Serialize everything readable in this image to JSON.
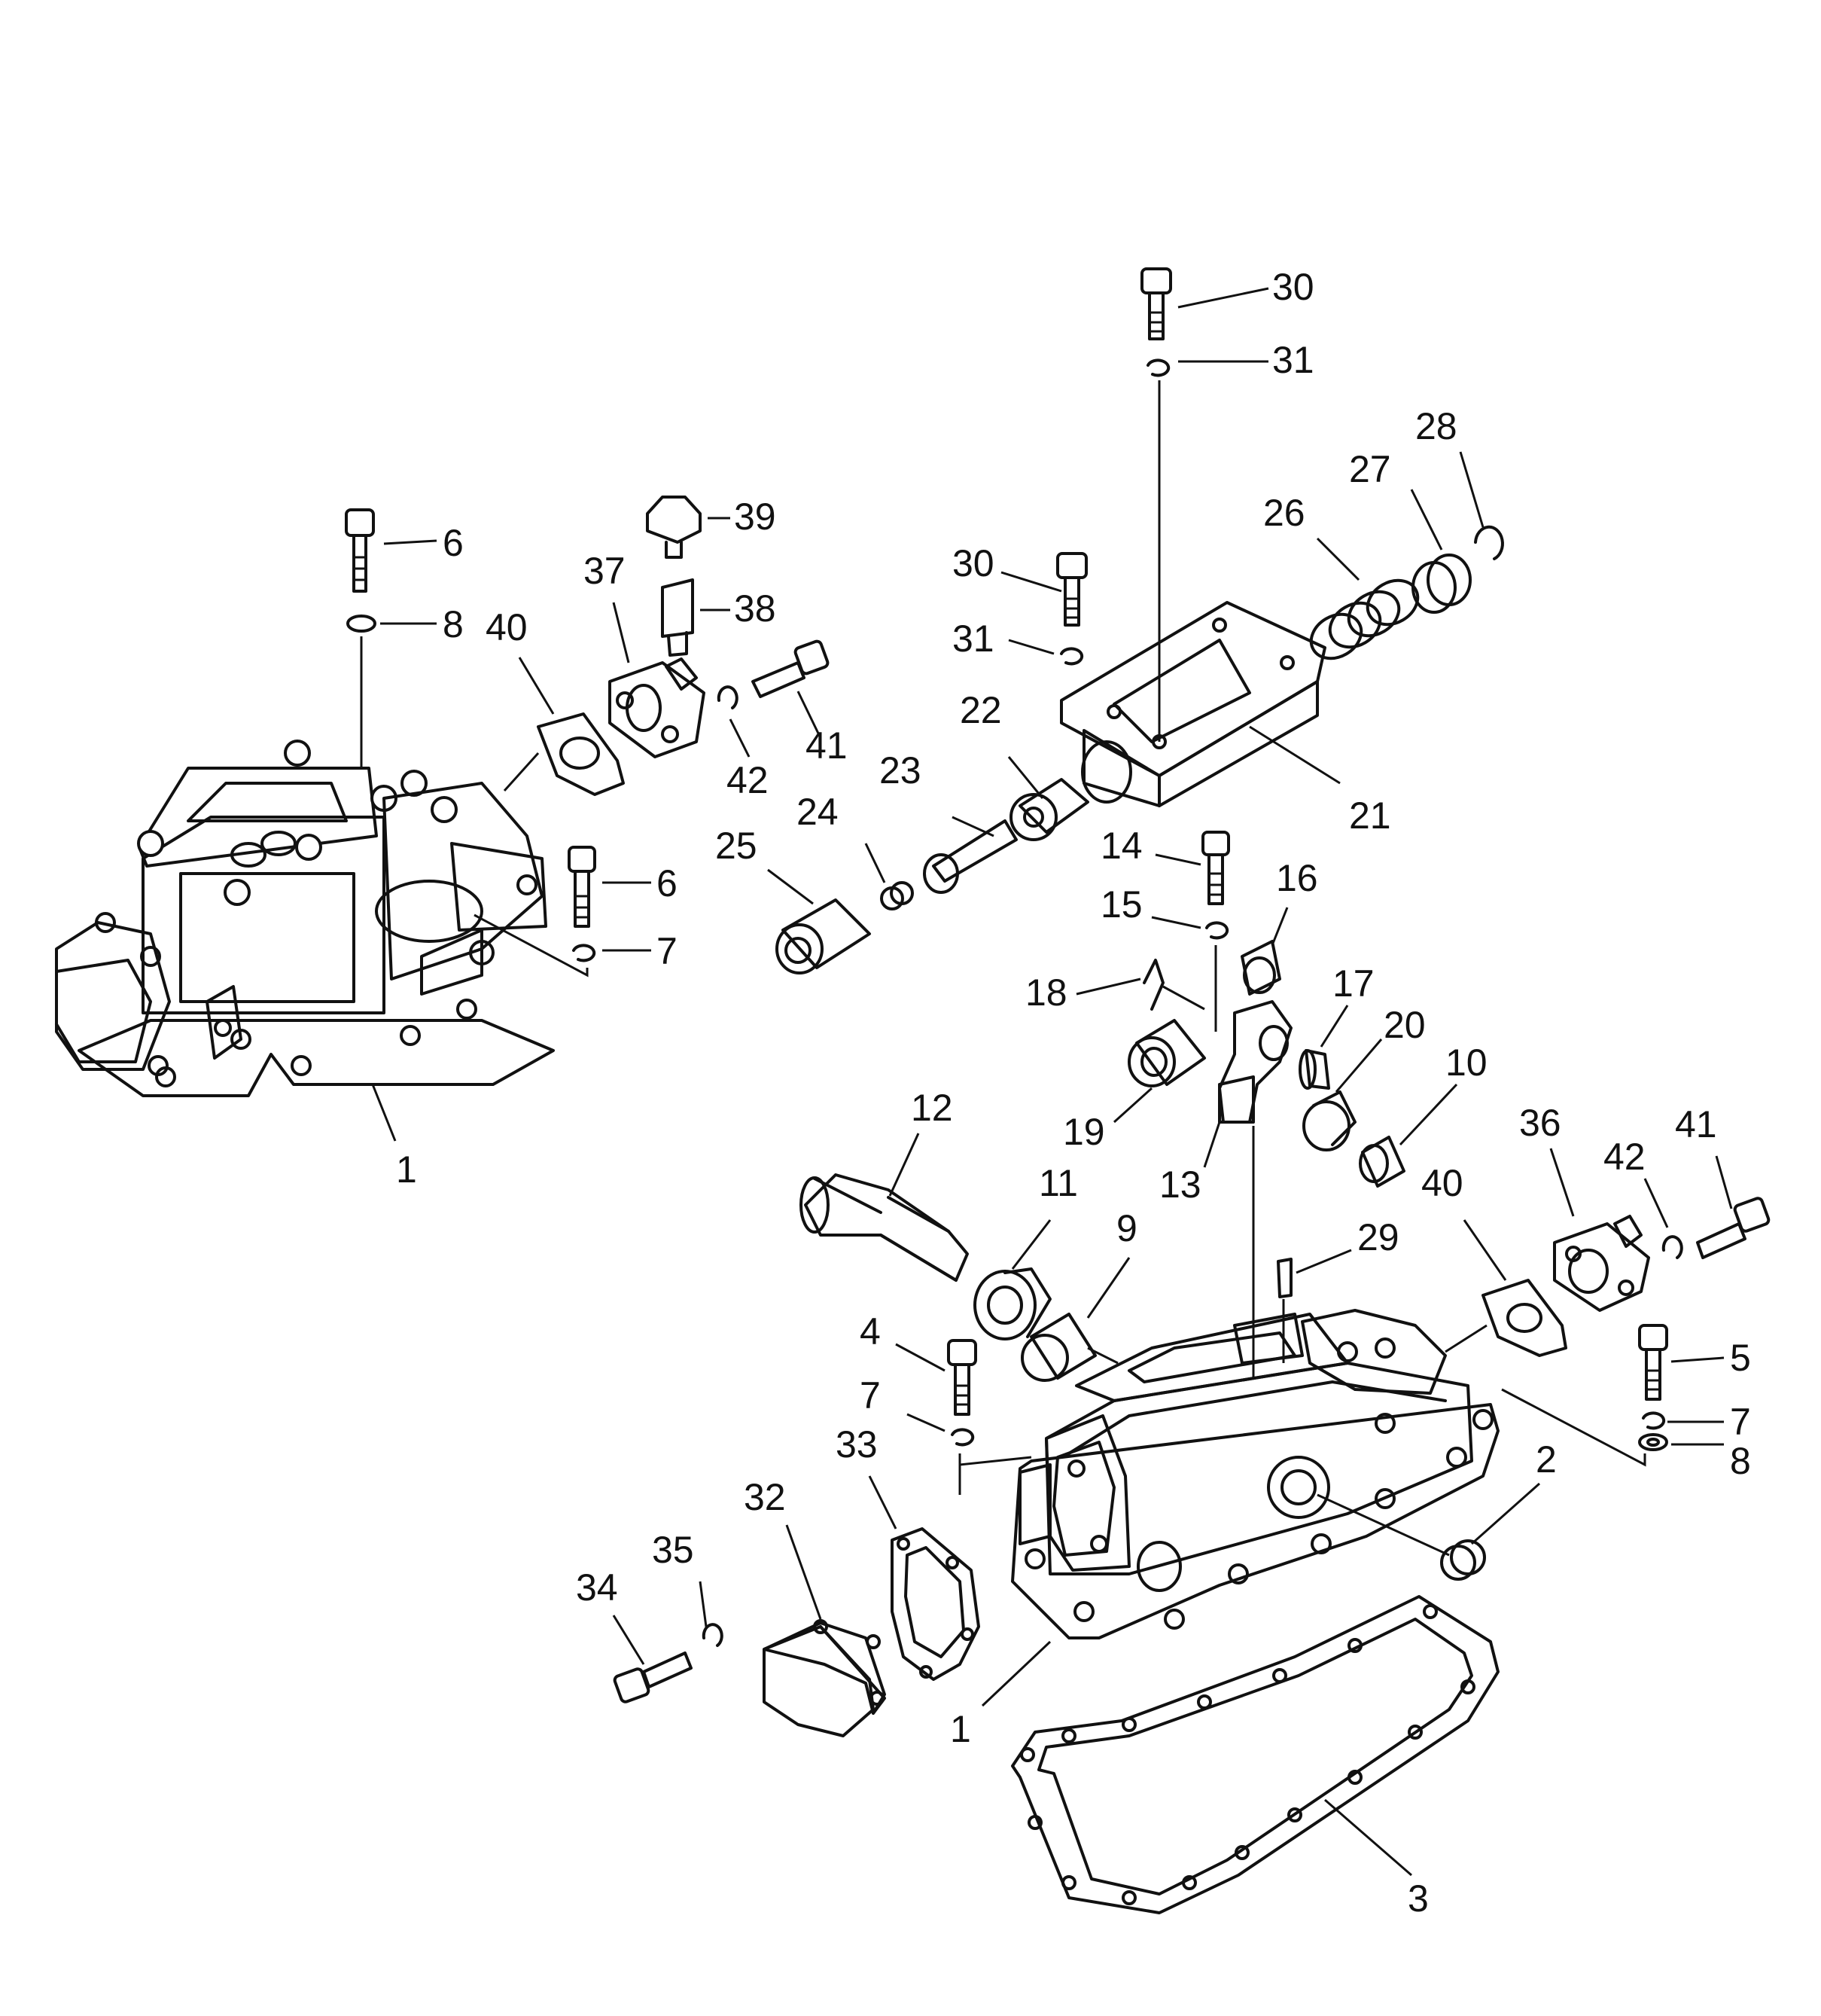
{
  "callouts": [
    {
      "id": "c1a",
      "text": "1"
    },
    {
      "id": "c1b",
      "text": "1"
    },
    {
      "id": "c2",
      "text": "2"
    },
    {
      "id": "c3",
      "text": "3"
    },
    {
      "id": "c4",
      "text": "4"
    },
    {
      "id": "c5",
      "text": "5"
    },
    {
      "id": "c6a",
      "text": "6"
    },
    {
      "id": "c6b",
      "text": "6"
    },
    {
      "id": "c7a",
      "text": "7"
    },
    {
      "id": "c7b",
      "text": "7"
    },
    {
      "id": "c7c",
      "text": "7"
    },
    {
      "id": "c8a",
      "text": "8"
    },
    {
      "id": "c8b",
      "text": "8"
    },
    {
      "id": "c9",
      "text": "9"
    },
    {
      "id": "c10",
      "text": "10"
    },
    {
      "id": "c11",
      "text": "11"
    },
    {
      "id": "c12",
      "text": "12"
    },
    {
      "id": "c13",
      "text": "13"
    },
    {
      "id": "c14",
      "text": "14"
    },
    {
      "id": "c15",
      "text": "15"
    },
    {
      "id": "c16",
      "text": "16"
    },
    {
      "id": "c17",
      "text": "17"
    },
    {
      "id": "c18",
      "text": "18"
    },
    {
      "id": "c19",
      "text": "19"
    },
    {
      "id": "c20",
      "text": "20"
    },
    {
      "id": "c21",
      "text": "21"
    },
    {
      "id": "c22",
      "text": "22"
    },
    {
      "id": "c23",
      "text": "23"
    },
    {
      "id": "c24",
      "text": "24"
    },
    {
      "id": "c25",
      "text": "25"
    },
    {
      "id": "c26",
      "text": "26"
    },
    {
      "id": "c27",
      "text": "27"
    },
    {
      "id": "c28",
      "text": "28"
    },
    {
      "id": "c29",
      "text": "29"
    },
    {
      "id": "c30a",
      "text": "30"
    },
    {
      "id": "c30b",
      "text": "30"
    },
    {
      "id": "c31a",
      "text": "31"
    },
    {
      "id": "c31b",
      "text": "31"
    },
    {
      "id": "c32",
      "text": "32"
    },
    {
      "id": "c33",
      "text": "33"
    },
    {
      "id": "c34",
      "text": "34"
    },
    {
      "id": "c35",
      "text": "35"
    },
    {
      "id": "c36",
      "text": "36"
    },
    {
      "id": "c37",
      "text": "37"
    },
    {
      "id": "c38",
      "text": "38"
    },
    {
      "id": "c39",
      "text": "39"
    },
    {
      "id": "c40a",
      "text": "40"
    },
    {
      "id": "c40b",
      "text": "40"
    },
    {
      "id": "c41a",
      "text": "41"
    },
    {
      "id": "c41b",
      "text": "41"
    },
    {
      "id": "c42a",
      "text": "42"
    },
    {
      "id": "c42b",
      "text": "42"
    }
  ]
}
